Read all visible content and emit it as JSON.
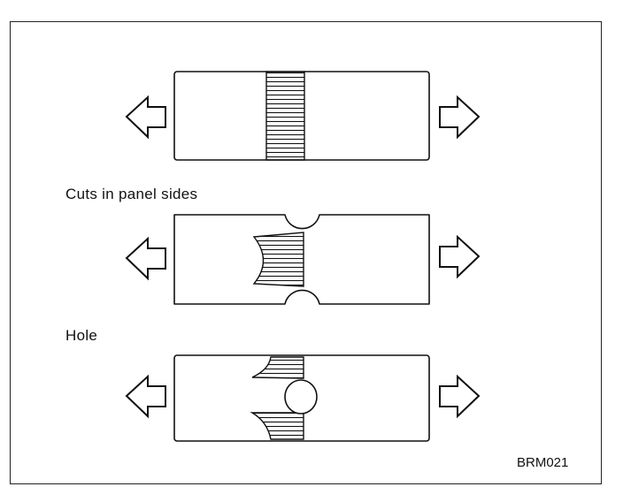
{
  "labels": {
    "cuts": "Cuts in panel sides",
    "hole": "Hole"
  },
  "figure_code": "BRM021",
  "icons": [
    "arrow-left-icon",
    "arrow-right-icon"
  ],
  "colors": {
    "line": "#111111",
    "background": "#ffffff"
  }
}
